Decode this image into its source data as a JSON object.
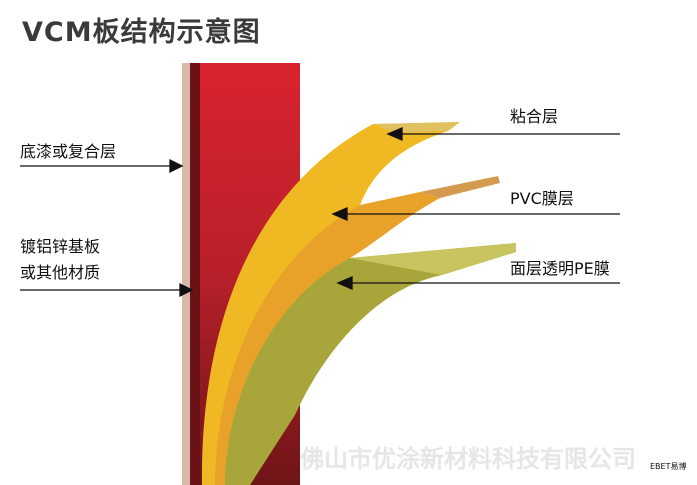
{
  "title": "VCM板结构示意图",
  "labels": {
    "left_top": "底漆或复合层",
    "left_bottom_1": "镀铝锌基板",
    "left_bottom_2": "或其他材质",
    "right_1": "粘合层",
    "right_2": "PVC膜层",
    "right_3": "面层透明PE膜"
  },
  "watermark": "佛山市优涂新材料科技有限公司",
  "brand": "EBET易博",
  "colors": {
    "substrate": "#d42630",
    "primer": "#7a1a1e",
    "adhesive": "#f0b823",
    "pvc": "#e8a22a",
    "pe": "#a8a63a"
  }
}
